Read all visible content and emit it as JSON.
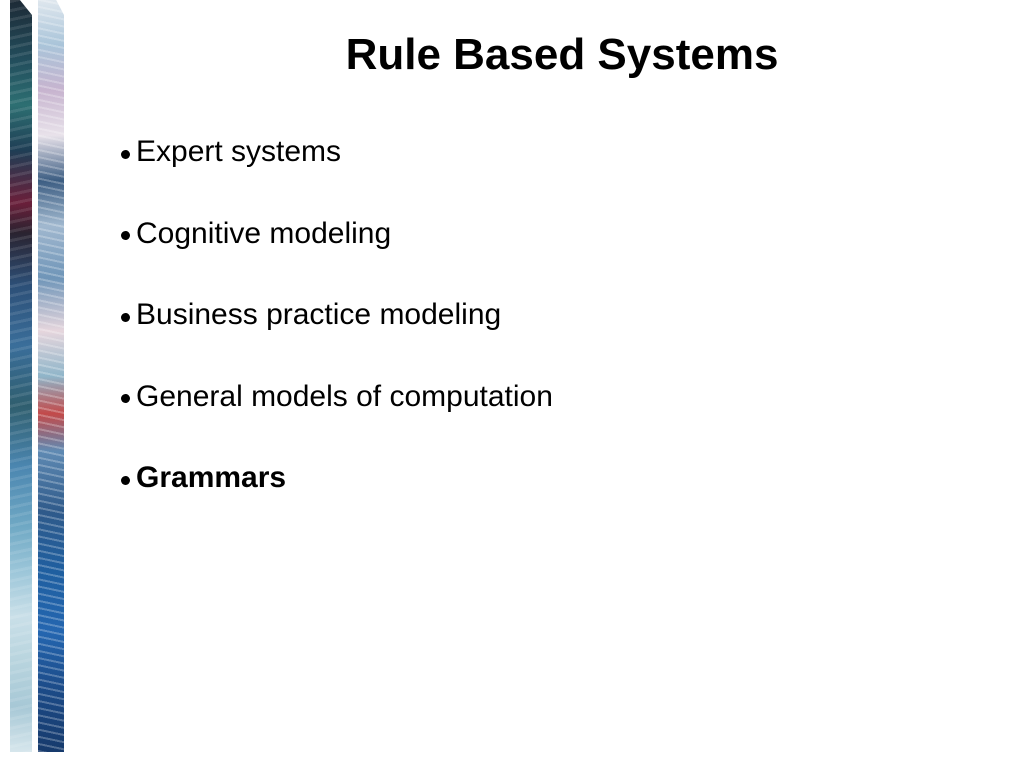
{
  "slide": {
    "title": "Rule Based Systems",
    "bullets": [
      {
        "text": "Expert systems",
        "bold": false
      },
      {
        "text": "Cognitive modeling",
        "bold": false
      },
      {
        "text": "Business practice modeling",
        "bold": false
      },
      {
        "text": "General models of computation",
        "bold": false
      },
      {
        "text": "Grammars",
        "bold": true
      }
    ],
    "bullet_icon": "bullet-dot-icon",
    "decoration": "decorative-border-strips"
  }
}
